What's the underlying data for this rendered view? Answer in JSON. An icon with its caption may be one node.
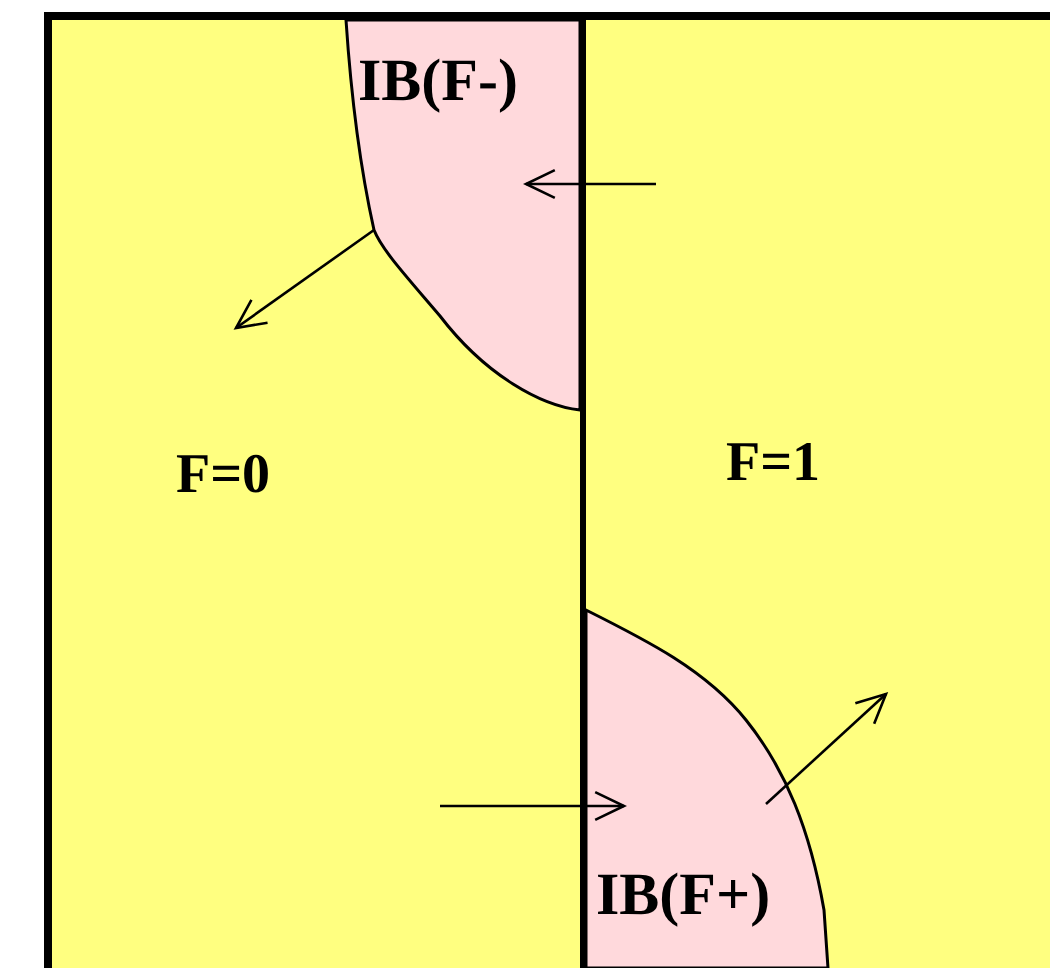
{
  "diagram": {
    "nodes": [
      {
        "text": [
          "F=0"
        ]
      },
      {
        "text": [
          "IB(F-)"
        ],
        "in": 0
      },
      {
        "text": [
          "F=1"
        ]
      },
      {
        "text": [
          "IB(F+)"
        ],
        "in": 2
      }
    ]
  }
}
